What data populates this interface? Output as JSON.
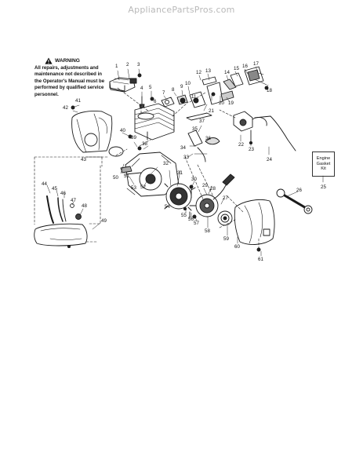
{
  "header": {
    "site_name": "AppliancePartsPros.com"
  },
  "warning": {
    "title": "WARNING",
    "lines": [
      "All repairs, adjustments and",
      "maintenance not described in",
      "the Operator's Manual must be",
      "performed by qualified service",
      "personnel."
    ]
  },
  "kit_box": {
    "lines": [
      "Engine",
      "Gasket",
      "Kit"
    ]
  },
  "callouts": [
    "1",
    "2",
    "3",
    "4",
    "5",
    "6",
    "7",
    "8",
    "9",
    "10",
    "11",
    "12",
    "13",
    "14",
    "15",
    "16",
    "17",
    "18",
    "19",
    "20",
    "21",
    "22",
    "23",
    "24",
    "25",
    "26",
    "27",
    "28",
    "29",
    "30",
    "31",
    "32",
    "33",
    "34",
    "35",
    "36",
    "37",
    "38",
    "39",
    "40",
    "41",
    "42",
    "43",
    "44",
    "45",
    "46",
    "47",
    "48",
    "49",
    "50",
    "51",
    "52",
    "53",
    "54",
    "55",
    "56",
    "57",
    "58",
    "59",
    "60",
    "61"
  ]
}
